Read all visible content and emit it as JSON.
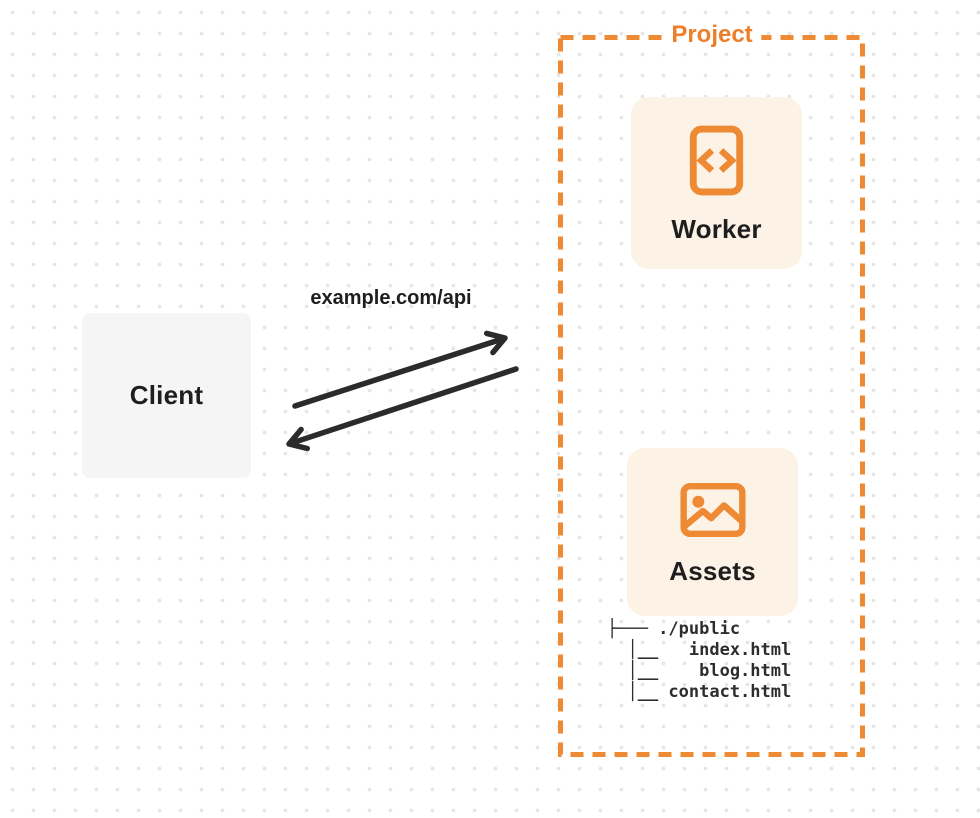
{
  "client": {
    "label": "Client"
  },
  "request": {
    "label": "example.com/api"
  },
  "project": {
    "label": "Project",
    "worker": {
      "label": "Worker",
      "icon": "code-file-icon"
    },
    "assets": {
      "label": "Assets",
      "icon": "image-icon"
    },
    "file_tree": {
      "lines": [
        "├─── ./public",
        "  │__   index.html",
        "  │__    blog.html",
        "  │__ contact.html"
      ]
    }
  },
  "colors": {
    "accent_orange": "#ED8A33",
    "project_label_orange": "#ED7F2B",
    "card_fill": "#FCF2E6",
    "client_fill": "#F5F5F6",
    "arrow_dark": "#2B2B2B",
    "text_dark": "#1E1E1E",
    "dot_grid": "#E5E5E5"
  }
}
